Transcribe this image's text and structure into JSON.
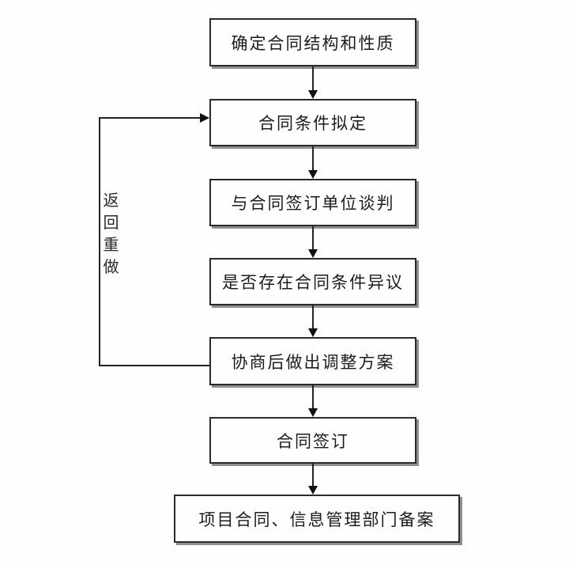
{
  "flowchart": {
    "type": "flowchart",
    "direction": "top-down",
    "nodes": [
      {
        "id": "node-1",
        "label": "确定合同结构和性质"
      },
      {
        "id": "node-2",
        "label": "合同条件拟定"
      },
      {
        "id": "node-3",
        "label": "与合同签订单位谈判"
      },
      {
        "id": "node-4",
        "label": "是否存在合同条件异议"
      },
      {
        "id": "node-5",
        "label": "协商后做出调整方案"
      },
      {
        "id": "node-6",
        "label": "合同签订"
      },
      {
        "id": "node-7",
        "label": "项目合同、信息管理部门备案"
      }
    ],
    "edges": [
      {
        "from": "node-1",
        "to": "node-2",
        "type": "forward"
      },
      {
        "from": "node-2",
        "to": "node-3",
        "type": "forward"
      },
      {
        "from": "node-3",
        "to": "node-4",
        "type": "forward"
      },
      {
        "from": "node-4",
        "to": "node-5",
        "type": "forward"
      },
      {
        "from": "node-5",
        "to": "node-6",
        "type": "forward"
      },
      {
        "from": "node-6",
        "to": "node-7",
        "type": "forward"
      },
      {
        "from": "node-5",
        "to": "node-2",
        "type": "feedback",
        "label": "返回重做"
      }
    ],
    "feedback_label": "返回重做",
    "colors": {
      "background": "#fffdfd",
      "box_fill": "#fefefe",
      "box_border": "#2b2b2b",
      "box_shadow": "#8f8f8f",
      "line": "#232323",
      "arrowhead": "#111111",
      "text": "#1c1c1c"
    }
  }
}
